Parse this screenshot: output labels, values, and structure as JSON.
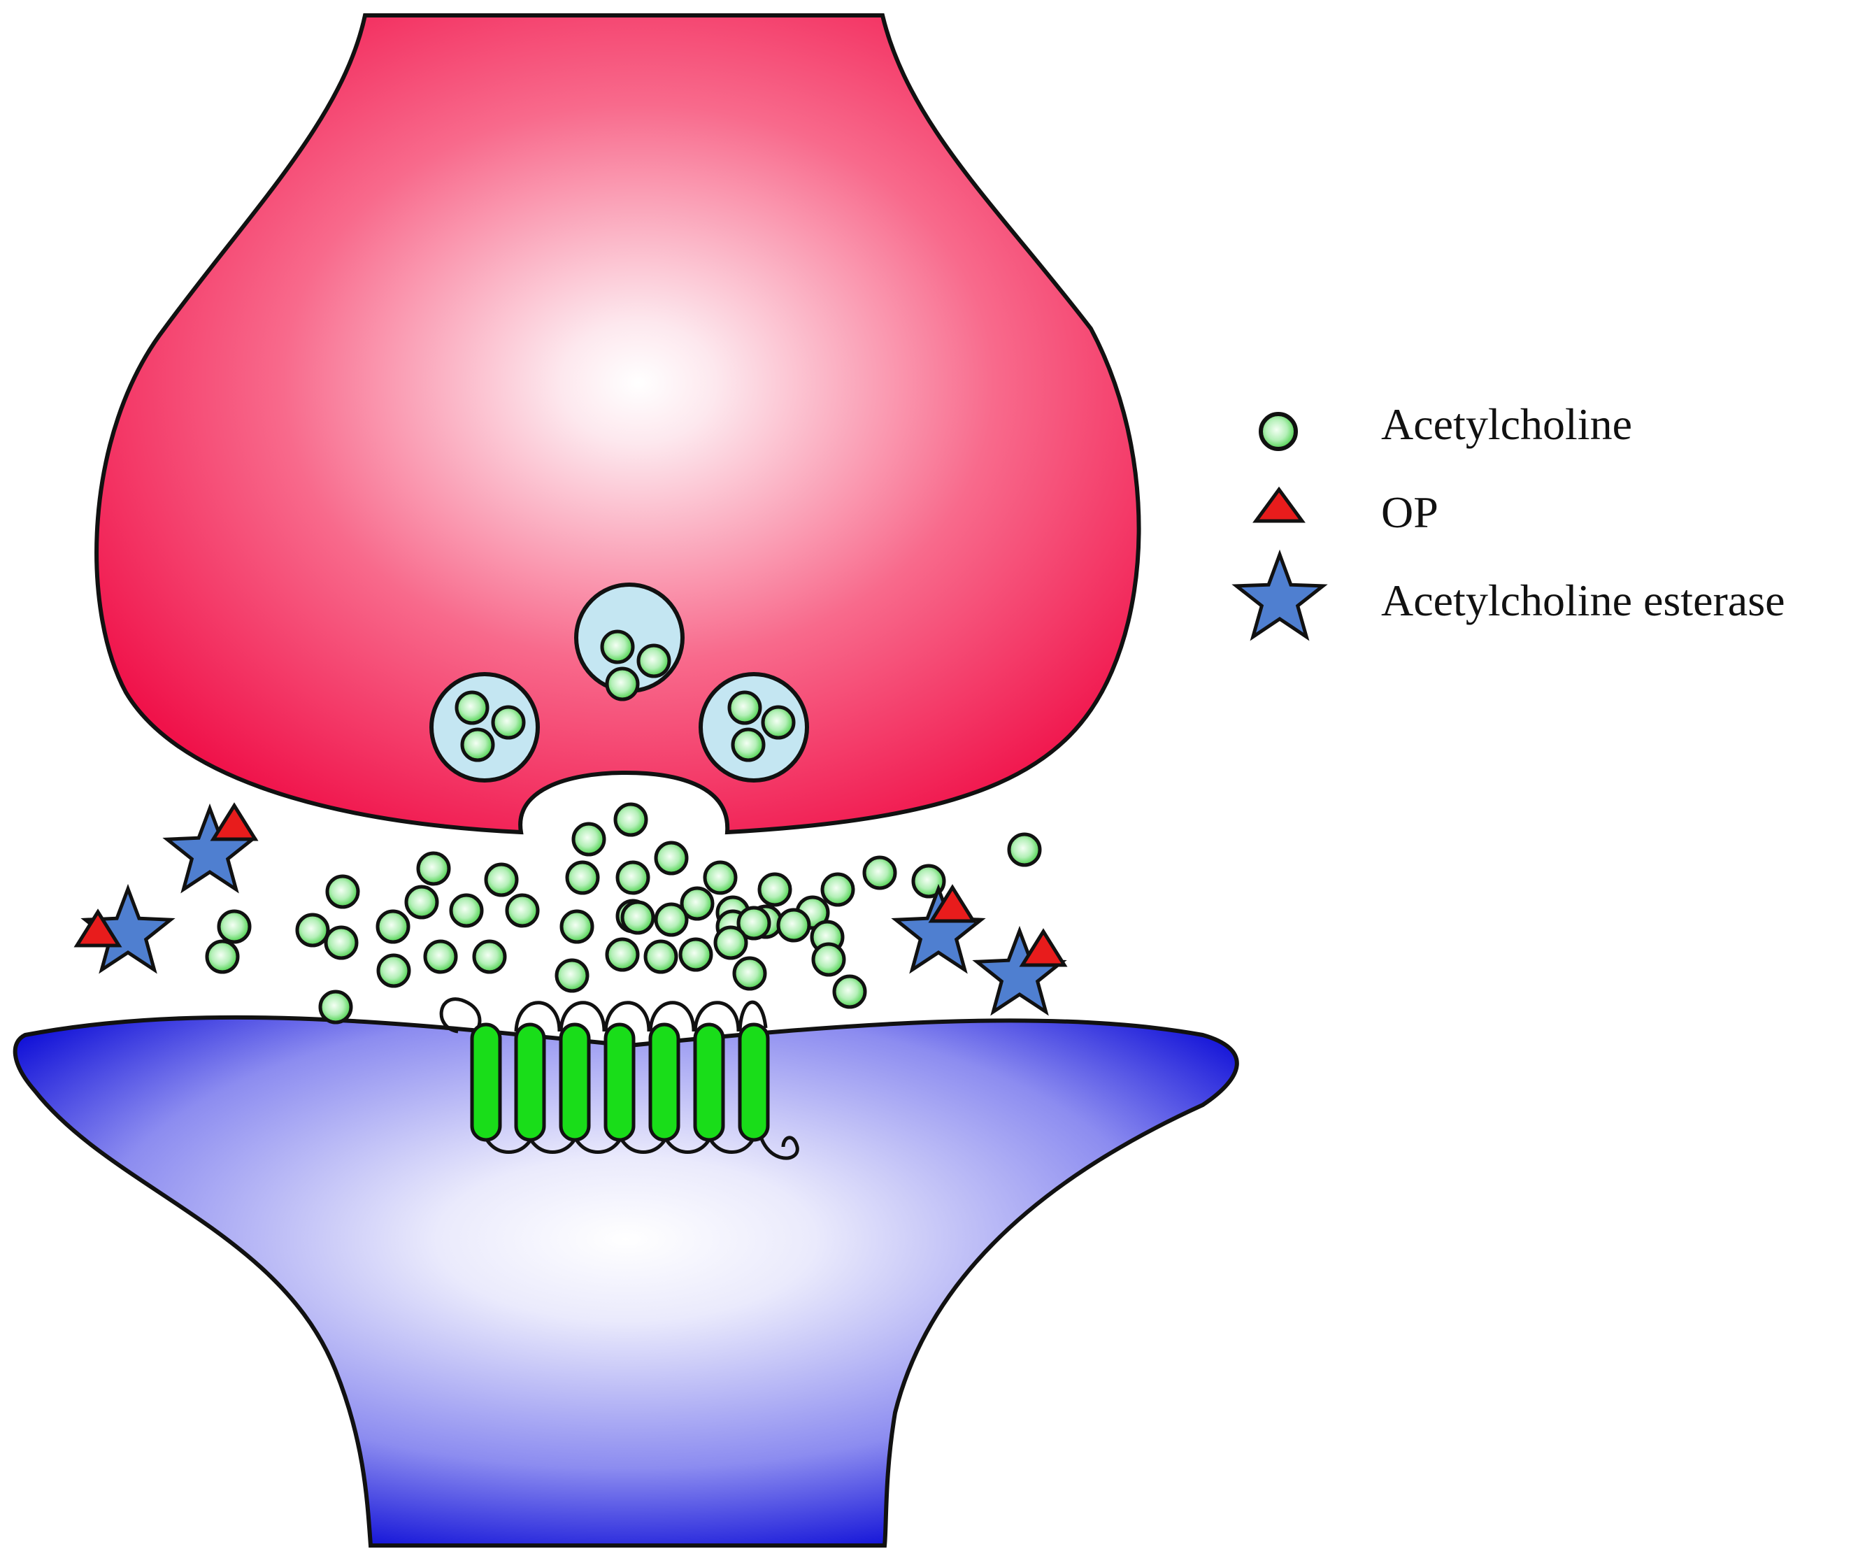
{
  "colors": {
    "presynaptic": "#f0124a",
    "postsynaptic": "#1414d8",
    "acetylcholine_fill": "#b4f0b8",
    "acetylcholine_ring": "#4cd24c",
    "vesicle": "#c4e6f2",
    "receptor": "#19dd19",
    "op": "#e81c1c",
    "esterase": "#4f7fd0",
    "outline": "#111111"
  },
  "legend": {
    "items": [
      {
        "icon": "acetylcholine-icon",
        "label": "Acetylcholine"
      },
      {
        "icon": "op-triangle-icon",
        "label": "OP"
      },
      {
        "icon": "esterase-star-icon",
        "label": "Acetylcholine esterase"
      }
    ]
  }
}
